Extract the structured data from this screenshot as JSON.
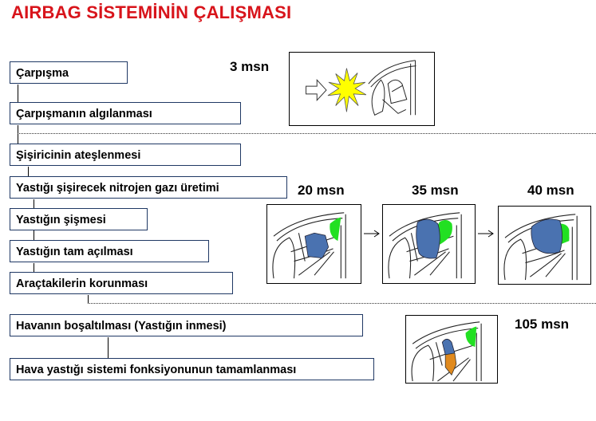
{
  "title": "AIRBAG SİSTEMİNİN ÇALIŞMASI",
  "steps": [
    "Çarpışma",
    "Çarpışmanın algılanması",
    "Şişiricinin ateşlenmesi",
    "Yastığı şişirecek nitrojen gazı üretimi",
    "Yastığın şişmesi",
    "Yastığın tam açılması",
    "Araçtakilerin korunması",
    "Havanın boşaltılması (Yastığın inmesi)",
    "Hava yastığı sistemi fonksiyonunun tamamlanması"
  ],
  "times": [
    "3 msn",
    "20 msn",
    "35 msn",
    "40 msn",
    "105 msn"
  ],
  "colors": {
    "title": "#d8141b",
    "airbag": "#4a72b0",
    "curtain": "#22e022",
    "flash": "#ffff00",
    "deflated": "#e08a1e"
  }
}
